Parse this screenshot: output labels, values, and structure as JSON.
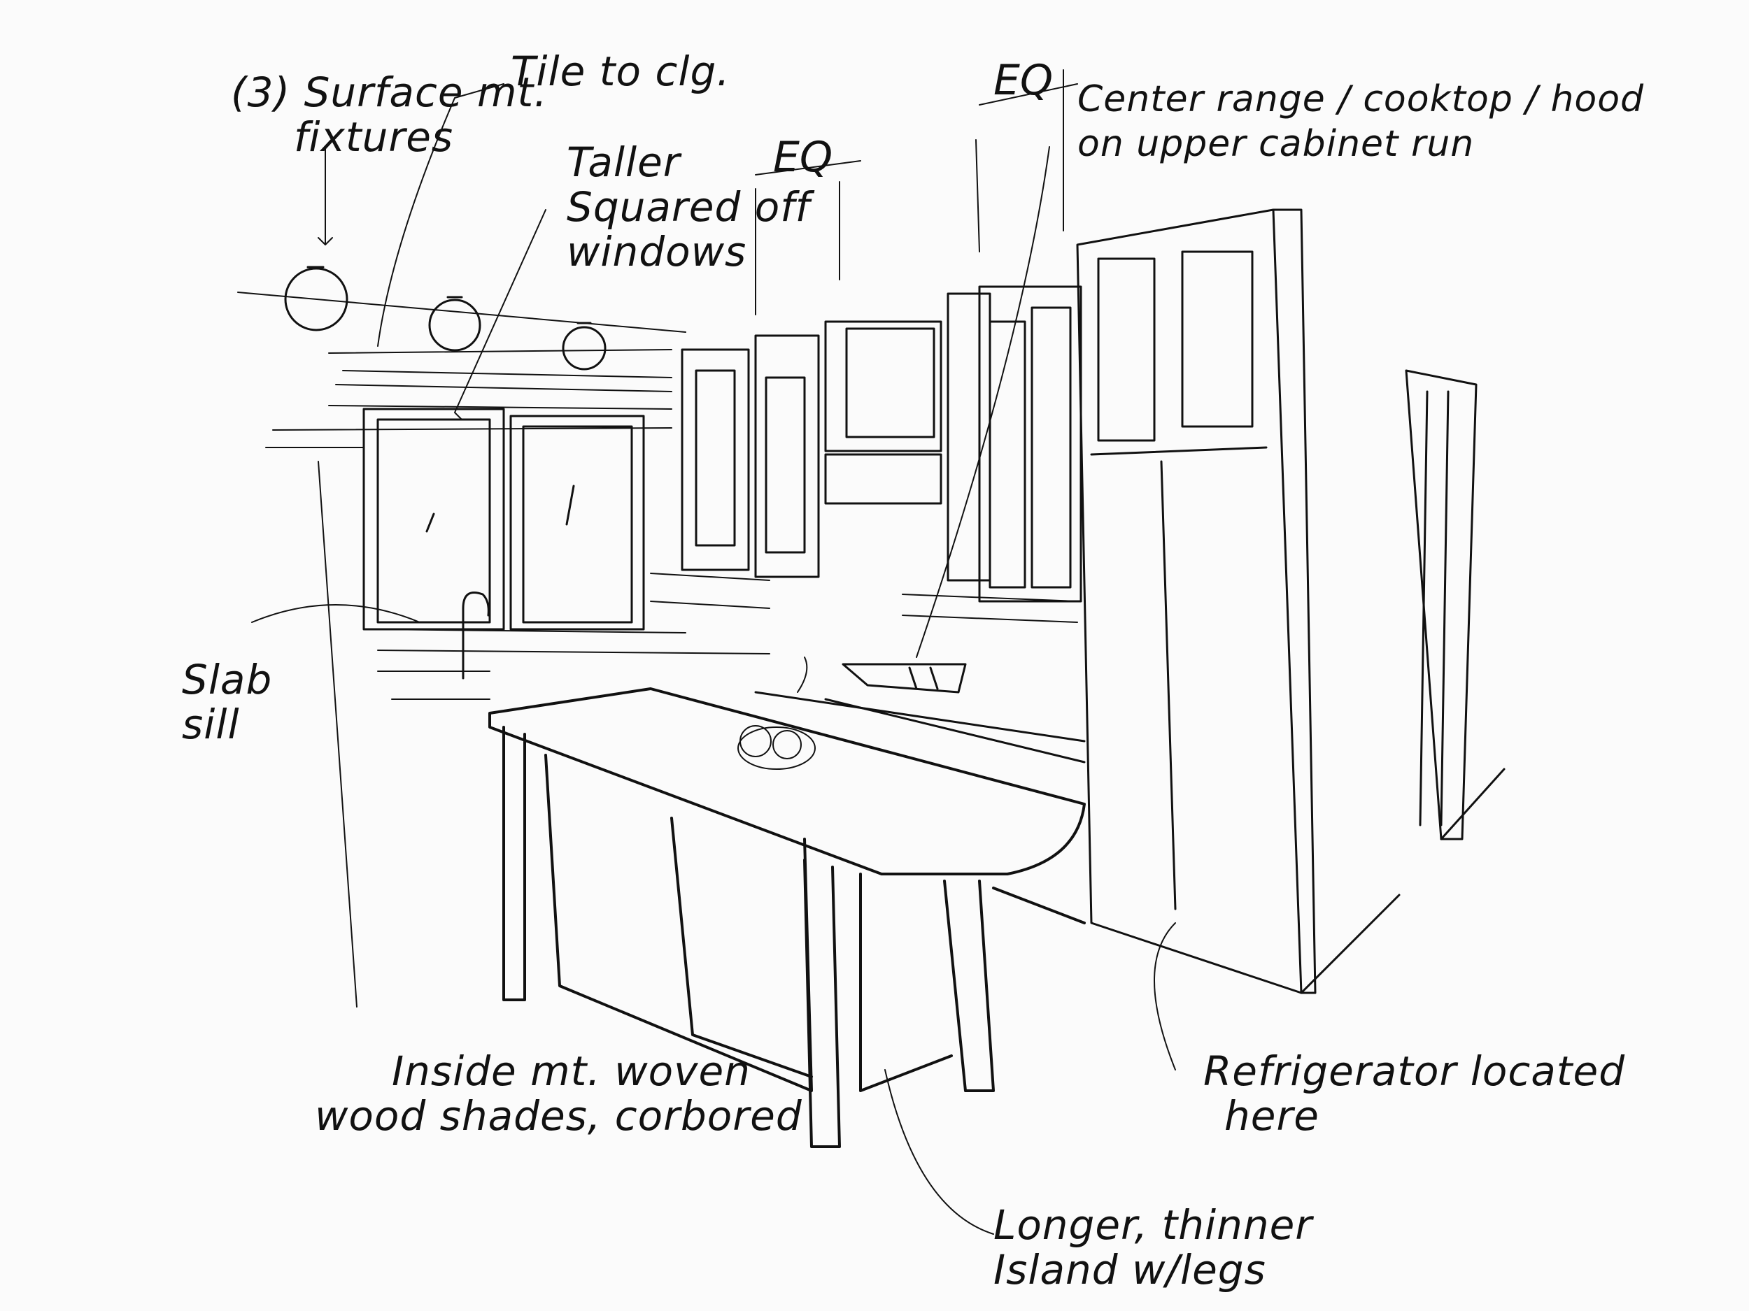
{
  "annotations": {
    "fixtures": [
      "(3) Surface mt.",
      "fixtures"
    ],
    "tile": "Tile to clg.",
    "windows": [
      "Taller",
      "Squared off",
      "windows"
    ],
    "eq_left": "EQ",
    "eq_right": "EQ",
    "range": [
      "Center range / cooktop / hood",
      "on upper cabinet run"
    ],
    "sill": [
      "Slab",
      "sill"
    ],
    "inside_mt": [
      "Inside mt. woven",
      "wood shades, corbored"
    ],
    "refrigerator": [
      "Refrigerator located",
      "here"
    ],
    "island": [
      "Longer, thinner",
      "Island w/legs"
    ]
  }
}
